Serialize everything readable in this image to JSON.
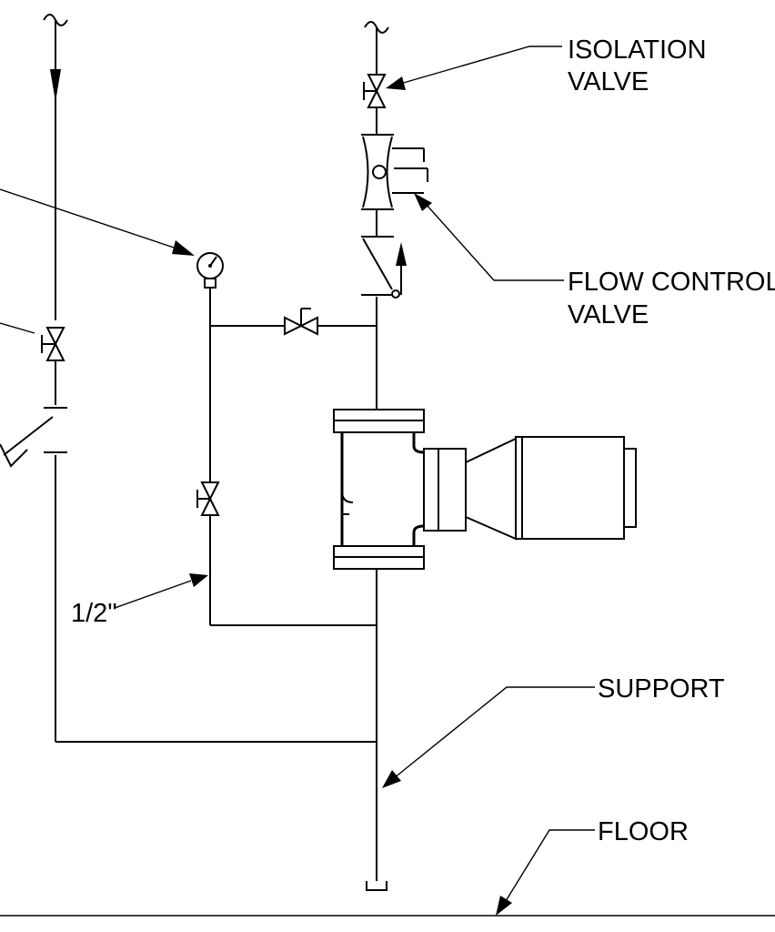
{
  "labels": {
    "isolation_valve_line1": "ISOLATION",
    "isolation_valve_line2": "VALVE",
    "flow_control_valve_line1": "FLOW CONTROL",
    "flow_control_valve_line2": "VALVE",
    "half_inch": "1/2\"",
    "support": "SUPPORT",
    "floor": "FLOOR"
  }
}
